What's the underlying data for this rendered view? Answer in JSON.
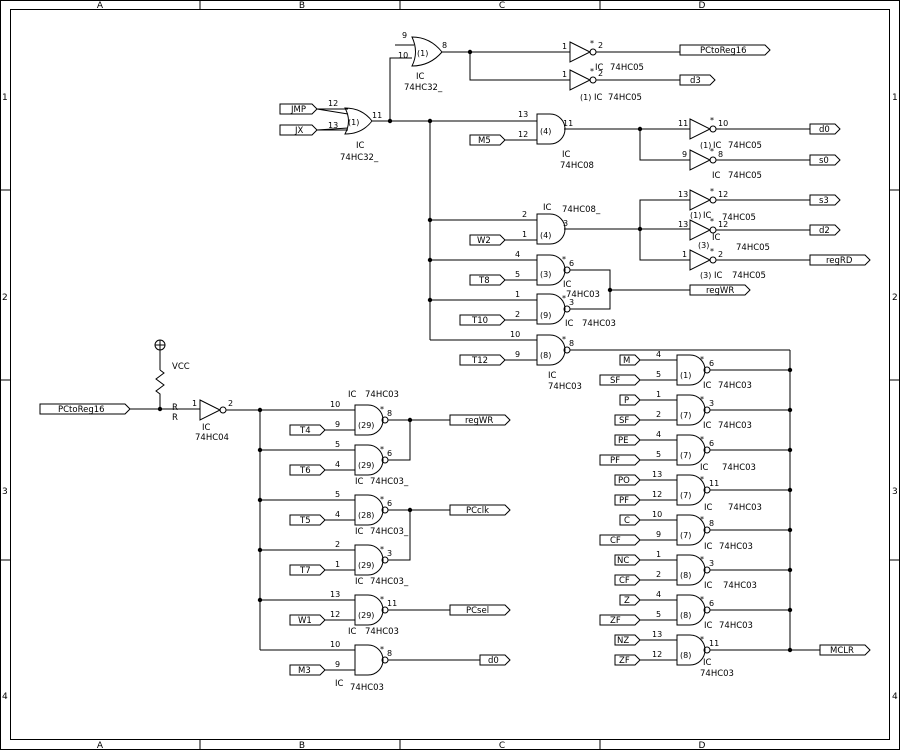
{
  "frame": {
    "columns": [
      "A",
      "B",
      "C",
      "D"
    ],
    "rows": [
      "1",
      "2",
      "3",
      "4"
    ]
  },
  "power": {
    "label": "VCC",
    "resistor": "R"
  },
  "ports": {
    "JMP": "JMP",
    "JX": "JX",
    "M5": "M5",
    "W2": "W2",
    "T8": "T8",
    "T10": "T10",
    "T12": "T12",
    "PCtoReg16_in": "PCtoReg16",
    "T4": "T4",
    "T6": "T6",
    "T5": "T5",
    "T7": "T7",
    "W1": "W1",
    "M3": "M3",
    "M": "M",
    "SF_a": "SF_",
    "P": "P",
    "SF": "SF",
    "PE": "PE",
    "PF_": "PF_",
    "PO": "PO",
    "PF": "PF",
    "C": "C",
    "CF_": "CF_",
    "NC": "NC",
    "CF": "CF",
    "Z": "Z",
    "ZF_": "ZF_",
    "NZ": "NZ",
    "ZF": "ZF",
    "PCtoReg16_out": "PCtoReg16",
    "d3": "d3",
    "d0_top": "d0",
    "s0": "s0",
    "s3": "s3",
    "d2": "d2",
    "regRD": "regRD",
    "regWR_top": "regWR",
    "regWR_bot": "regWR",
    "PCclk": "PCclk",
    "PCsel": "PCsel",
    "d0_bot": "d0",
    "MCLR": "MCLR"
  },
  "parts": {
    "ic": "IC",
    "or_top": "74HC32_",
    "or_mid": "74HC32_",
    "and_m5": "74HC08",
    "and_w2": "74HC08_",
    "not": "74HC05",
    "nand": "74HC03",
    "nand_alt": "74HC03_",
    "inv_in": "74HC04"
  },
  "units": {
    "u1": "(1)",
    "u3": "(3)",
    "u4": "(4)",
    "u7": "(7)",
    "u8": "(8)",
    "u9": "(9)",
    "u28": "(28)",
    "u29": "(29)"
  },
  "pins": {
    "p1": "1",
    "p2": "2",
    "p3": "3",
    "p4": "4",
    "p5": "5",
    "p6": "6",
    "p8": "8",
    "p9": "9",
    "p10": "10",
    "p11": "11",
    "p12": "12",
    "p13": "13",
    "star": "*"
  }
}
